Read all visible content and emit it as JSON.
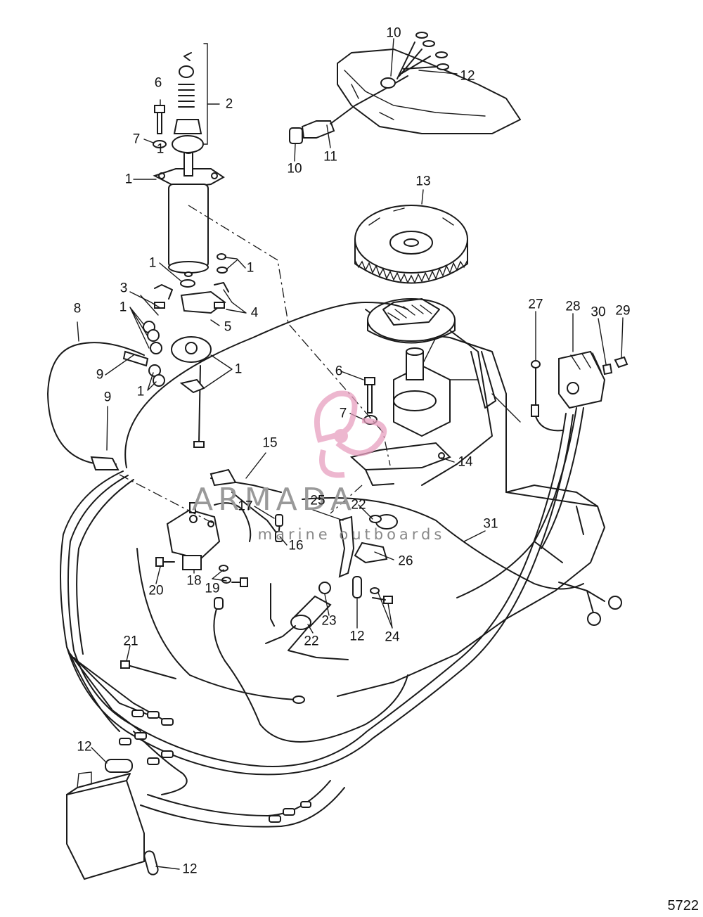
{
  "figure_number": "5722",
  "watermark": {
    "brand": "ARMADA",
    "tagline": "marine outboards",
    "accent_color": "#e8a0c0",
    "icon": "propeller-logo-icon"
  },
  "callouts": [
    "1",
    "1",
    "1",
    "1",
    "1",
    "1",
    "1",
    "2",
    "3",
    "4",
    "5",
    "6",
    "6",
    "7",
    "7",
    "8",
    "9",
    "9",
    "10",
    "10",
    "11",
    "12",
    "12",
    "12",
    "12",
    "13",
    "14",
    "15",
    "16",
    "17",
    "18",
    "19",
    "20",
    "21",
    "22",
    "22",
    "23",
    "24",
    "25",
    "26",
    "27",
    "28",
    "29",
    "30",
    "31"
  ],
  "colors": {
    "line": "#1a1a1a",
    "background": "#ffffff"
  }
}
